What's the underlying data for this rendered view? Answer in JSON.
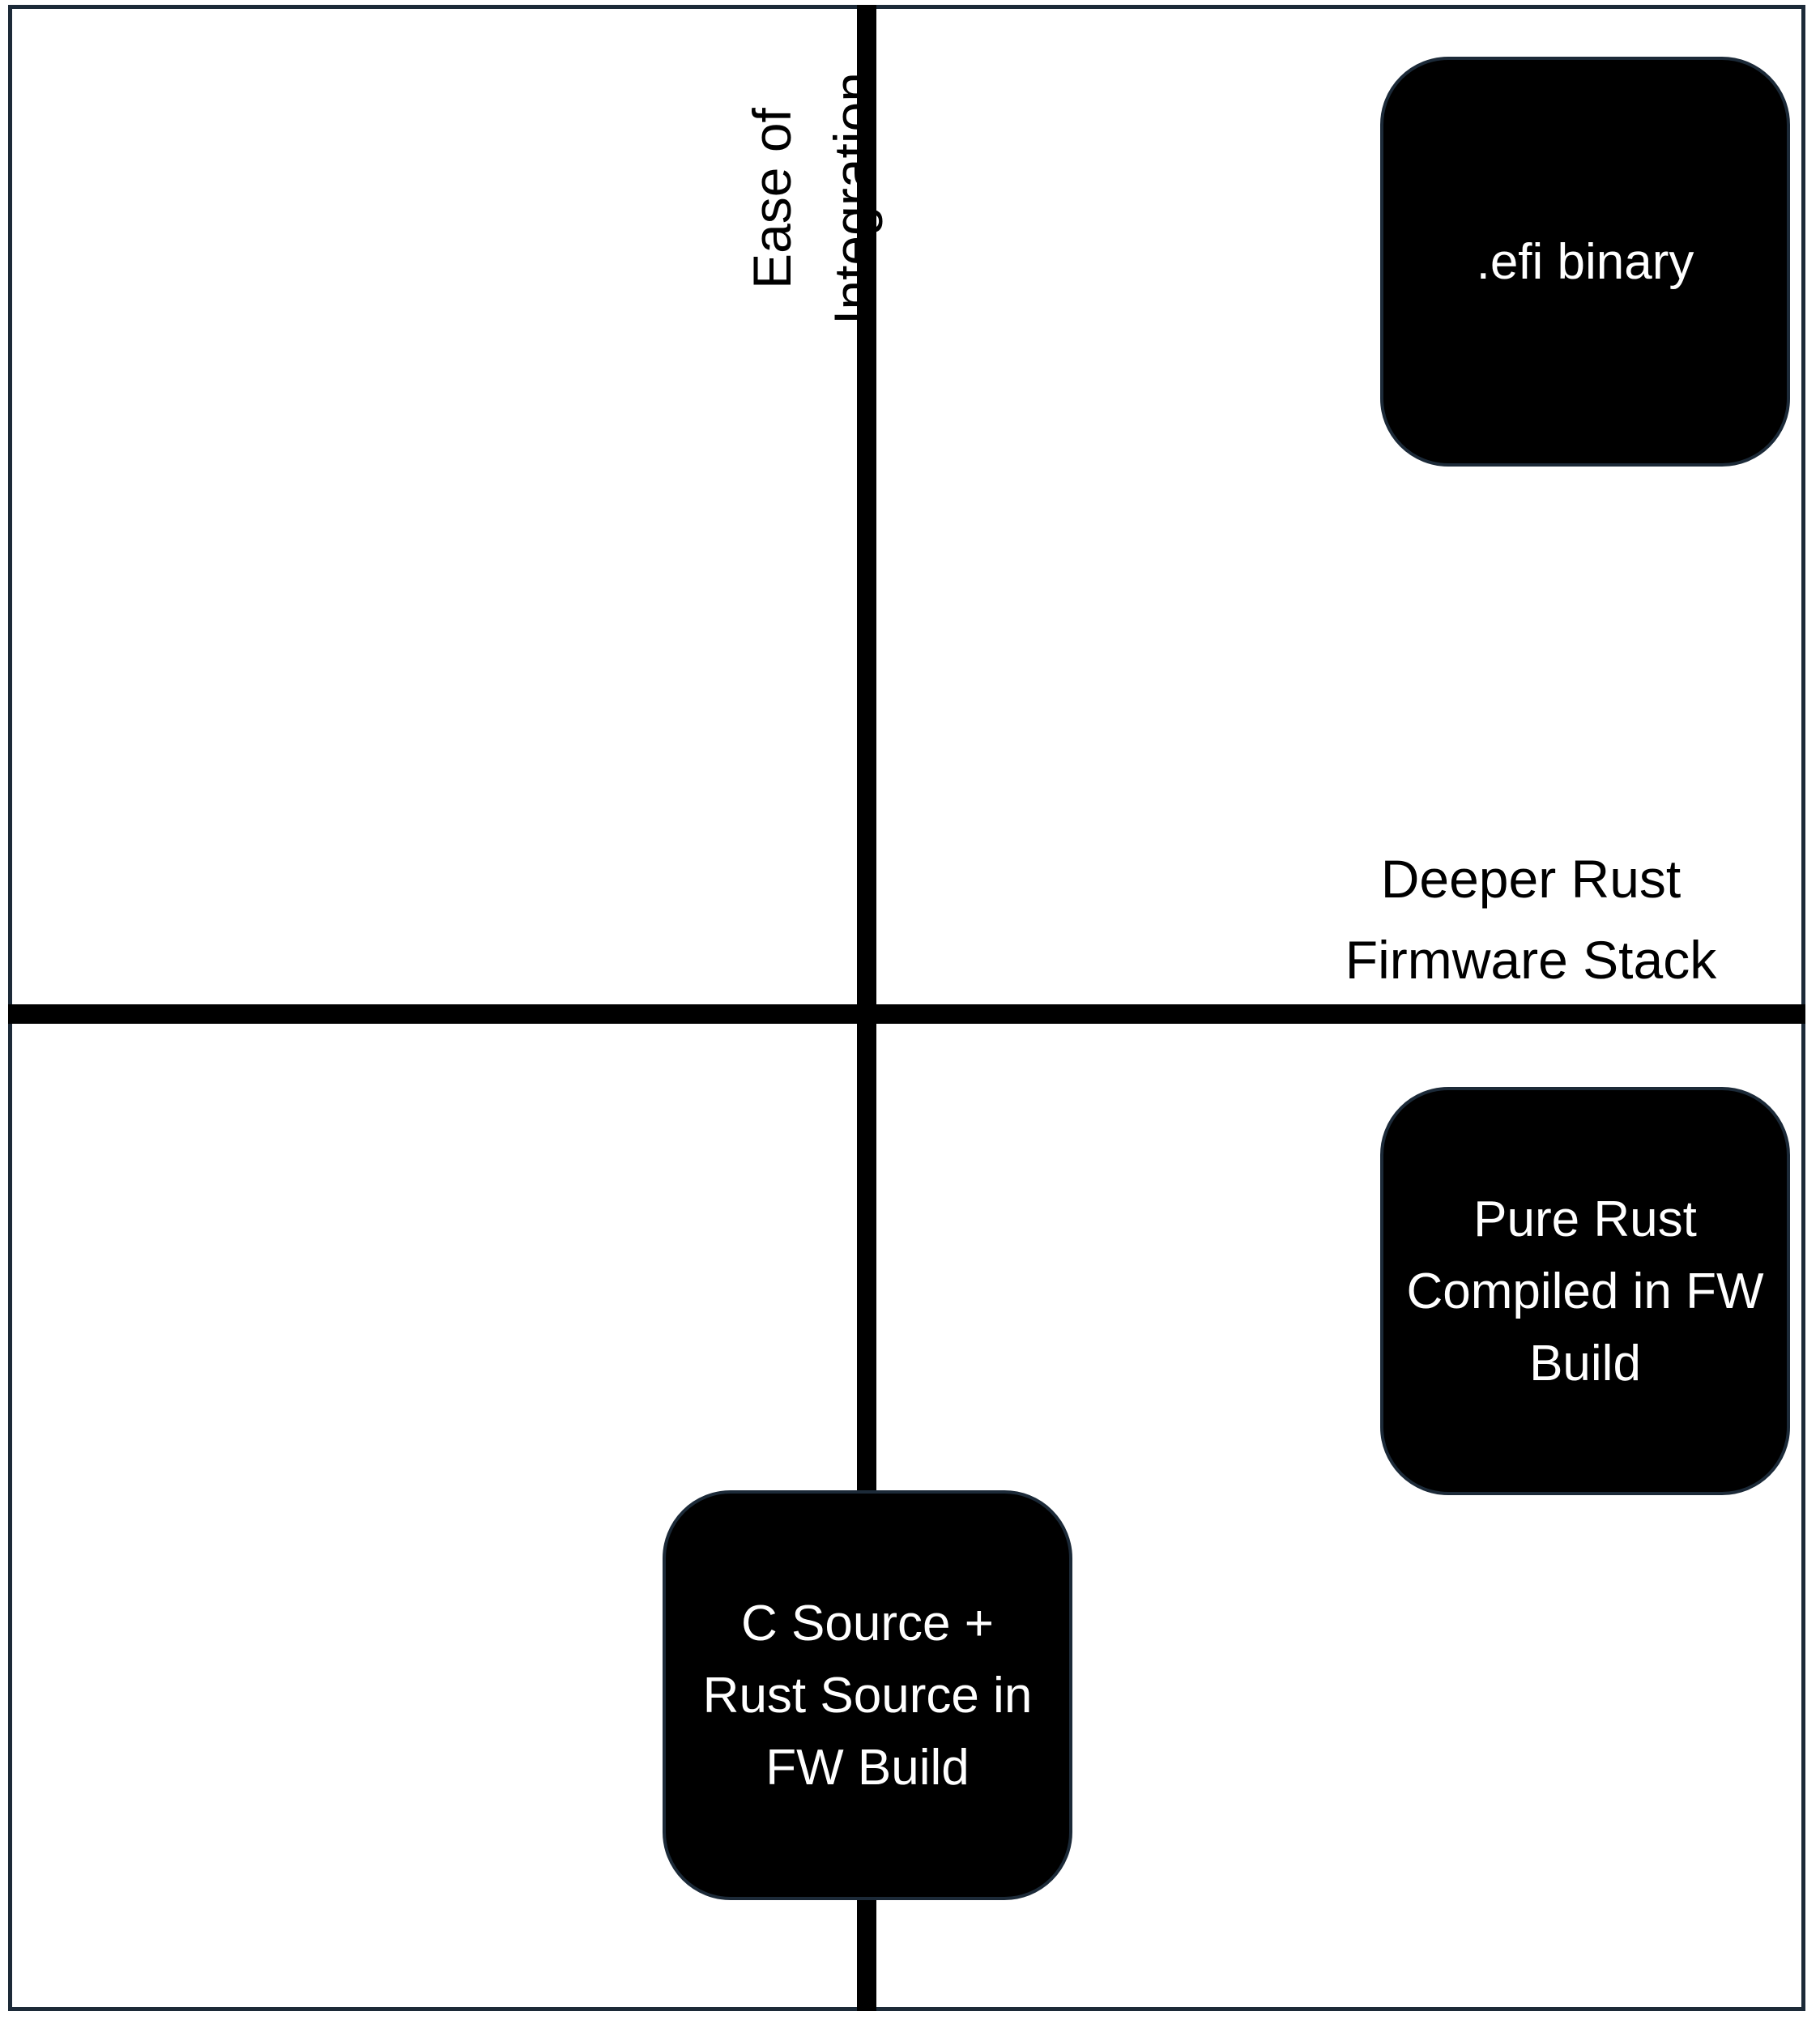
{
  "axes": {
    "y_label": "Ease of Integration",
    "x_label": "Deeper Rust Firmware Stack"
  },
  "nodes": {
    "efi_binary": ".efi binary",
    "pure_rust": "Pure Rust Compiled in FW Build",
    "c_plus_rust": "C Source + Rust Source in FW Build"
  },
  "colors": {
    "axis": "#000000",
    "frame": "#1c2a38",
    "node_fill": "#000000",
    "node_text": "#ffffff"
  }
}
